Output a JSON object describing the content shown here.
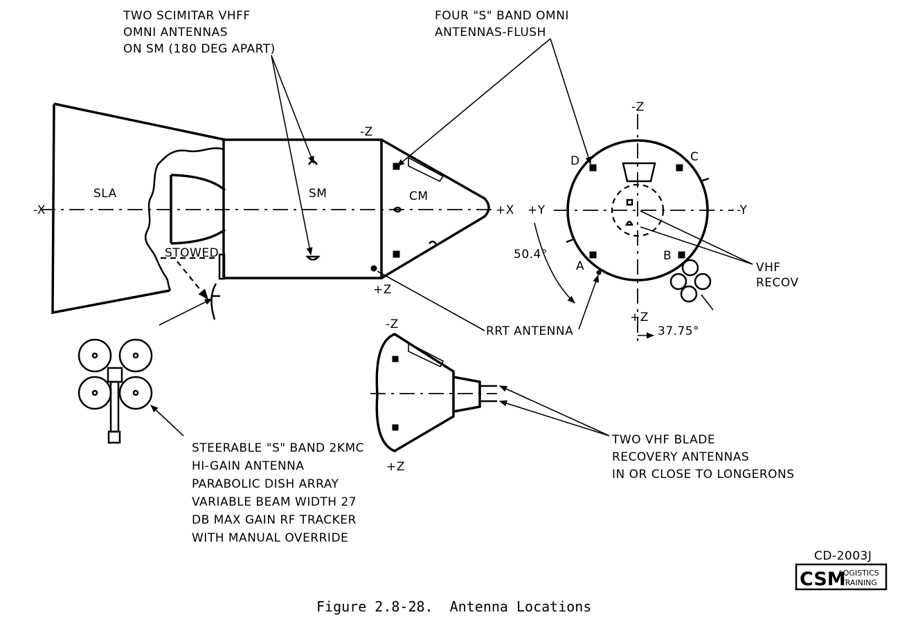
{
  "figure": {
    "caption": "Figure 2.8-28.  Antenna Locations",
    "document_code": "CD-2003J",
    "logo": {
      "main": "CSM",
      "line1": "LOGISTICS",
      "line2": "TRAINING"
    }
  },
  "side_view": {
    "sections": {
      "sla": "SLA",
      "sm": "SM",
      "cm": "CM"
    },
    "axes": {
      "minus_x": "-X",
      "plus_x": "+X",
      "minus_z": "-Z",
      "plus_z": "+Z"
    },
    "stowed_label": "STOWED"
  },
  "end_view": {
    "axes": {
      "minus_z": "-Z",
      "plus_z": "+Z",
      "plus_y": "+Y",
      "minus_y": "-Y"
    },
    "antenna_positions": [
      "A",
      "B",
      "C",
      "D"
    ],
    "angles": {
      "omni": "50.4°",
      "hga": "37.75°"
    },
    "vhf_label": [
      "VHF",
      "RECOV"
    ]
  },
  "cm_view": {
    "axes": {
      "minus_z": "-Z",
      "plus_z": "+Z"
    }
  },
  "callouts": {
    "scimitar": [
      "TWO SCIMITAR VHFF",
      "OMNI ANTENNAS",
      "ON SM (180 DEG APART)"
    ],
    "s_band_omni": [
      "FOUR \"S\" BAND OMNI",
      "ANTENNAS-FLUSH"
    ],
    "rrt": "RRT ANTENNA",
    "hga": [
      "STEERABLE \"S\" BAND 2KMC",
      "HI-GAIN ANTENNA",
      "PARABOLIC DISH ARRAY",
      "VARIABLE BEAM WIDTH 27",
      "DB MAX GAIN RF TRACKER",
      "WITH MANUAL OVERRIDE"
    ],
    "vhf_blade": [
      "TWO VHF BLADE",
      "RECOVERY ANTENNAS",
      "IN OR CLOSE TO LONGERONS"
    ]
  }
}
